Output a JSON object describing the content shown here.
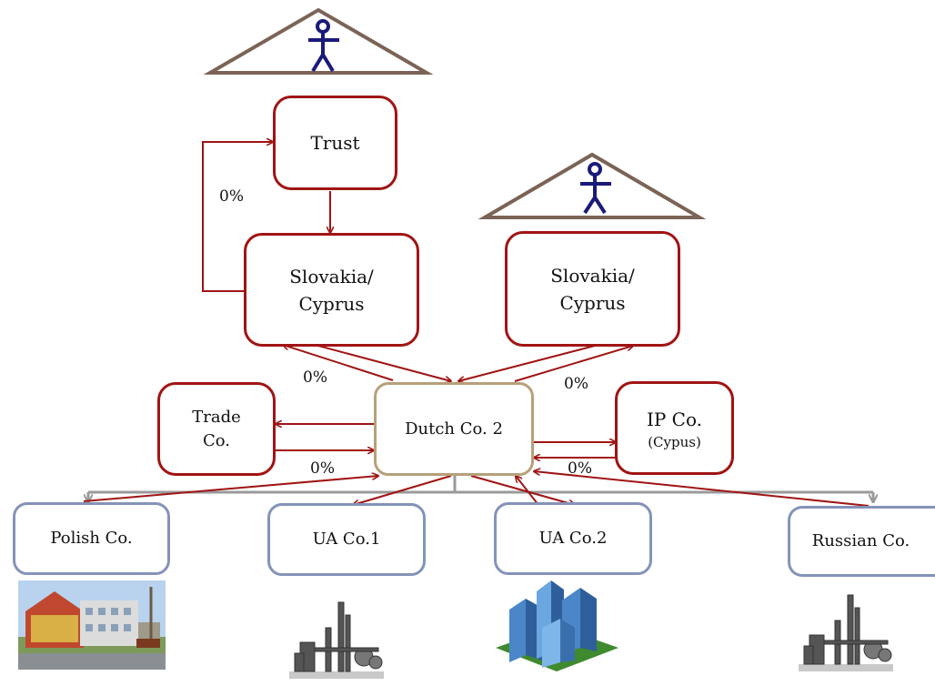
{
  "nodes": {
    "trust": "Trust",
    "slovakia_cyprus_left": "Slovakia/ Cyprus",
    "slovakia_cyprus_right": "Slovakia/ Cyprus",
    "trade_co": "Trade Co.",
    "dutch_co": "Dutch Co. 2",
    "ip_co": "IP Co.",
    "ip_co_sub": "(Cypus)",
    "polish_co": "Polish Co.",
    "ua_co1": "UA Co.1",
    "ua_co2": "UA Co.2",
    "russian_co": "Russian Co."
  },
  "percent_labels": {
    "trust_loop": "0%",
    "slovakia_left_dutch": "0%",
    "slovakia_right_dutch": "0%",
    "trade_dutch": "0%",
    "ip_dutch": "0%"
  },
  "icons": [
    "person-icon",
    "person-icon",
    "factory-building-image",
    "industrial-plant-icon",
    "office-towers-icon",
    "industrial-plant-icon"
  ],
  "colors": {
    "ownership_arrow": "#a01414",
    "grey_arrow": "#9a9a9a",
    "roof": "#7b6356",
    "person": "#1a1a7a"
  }
}
